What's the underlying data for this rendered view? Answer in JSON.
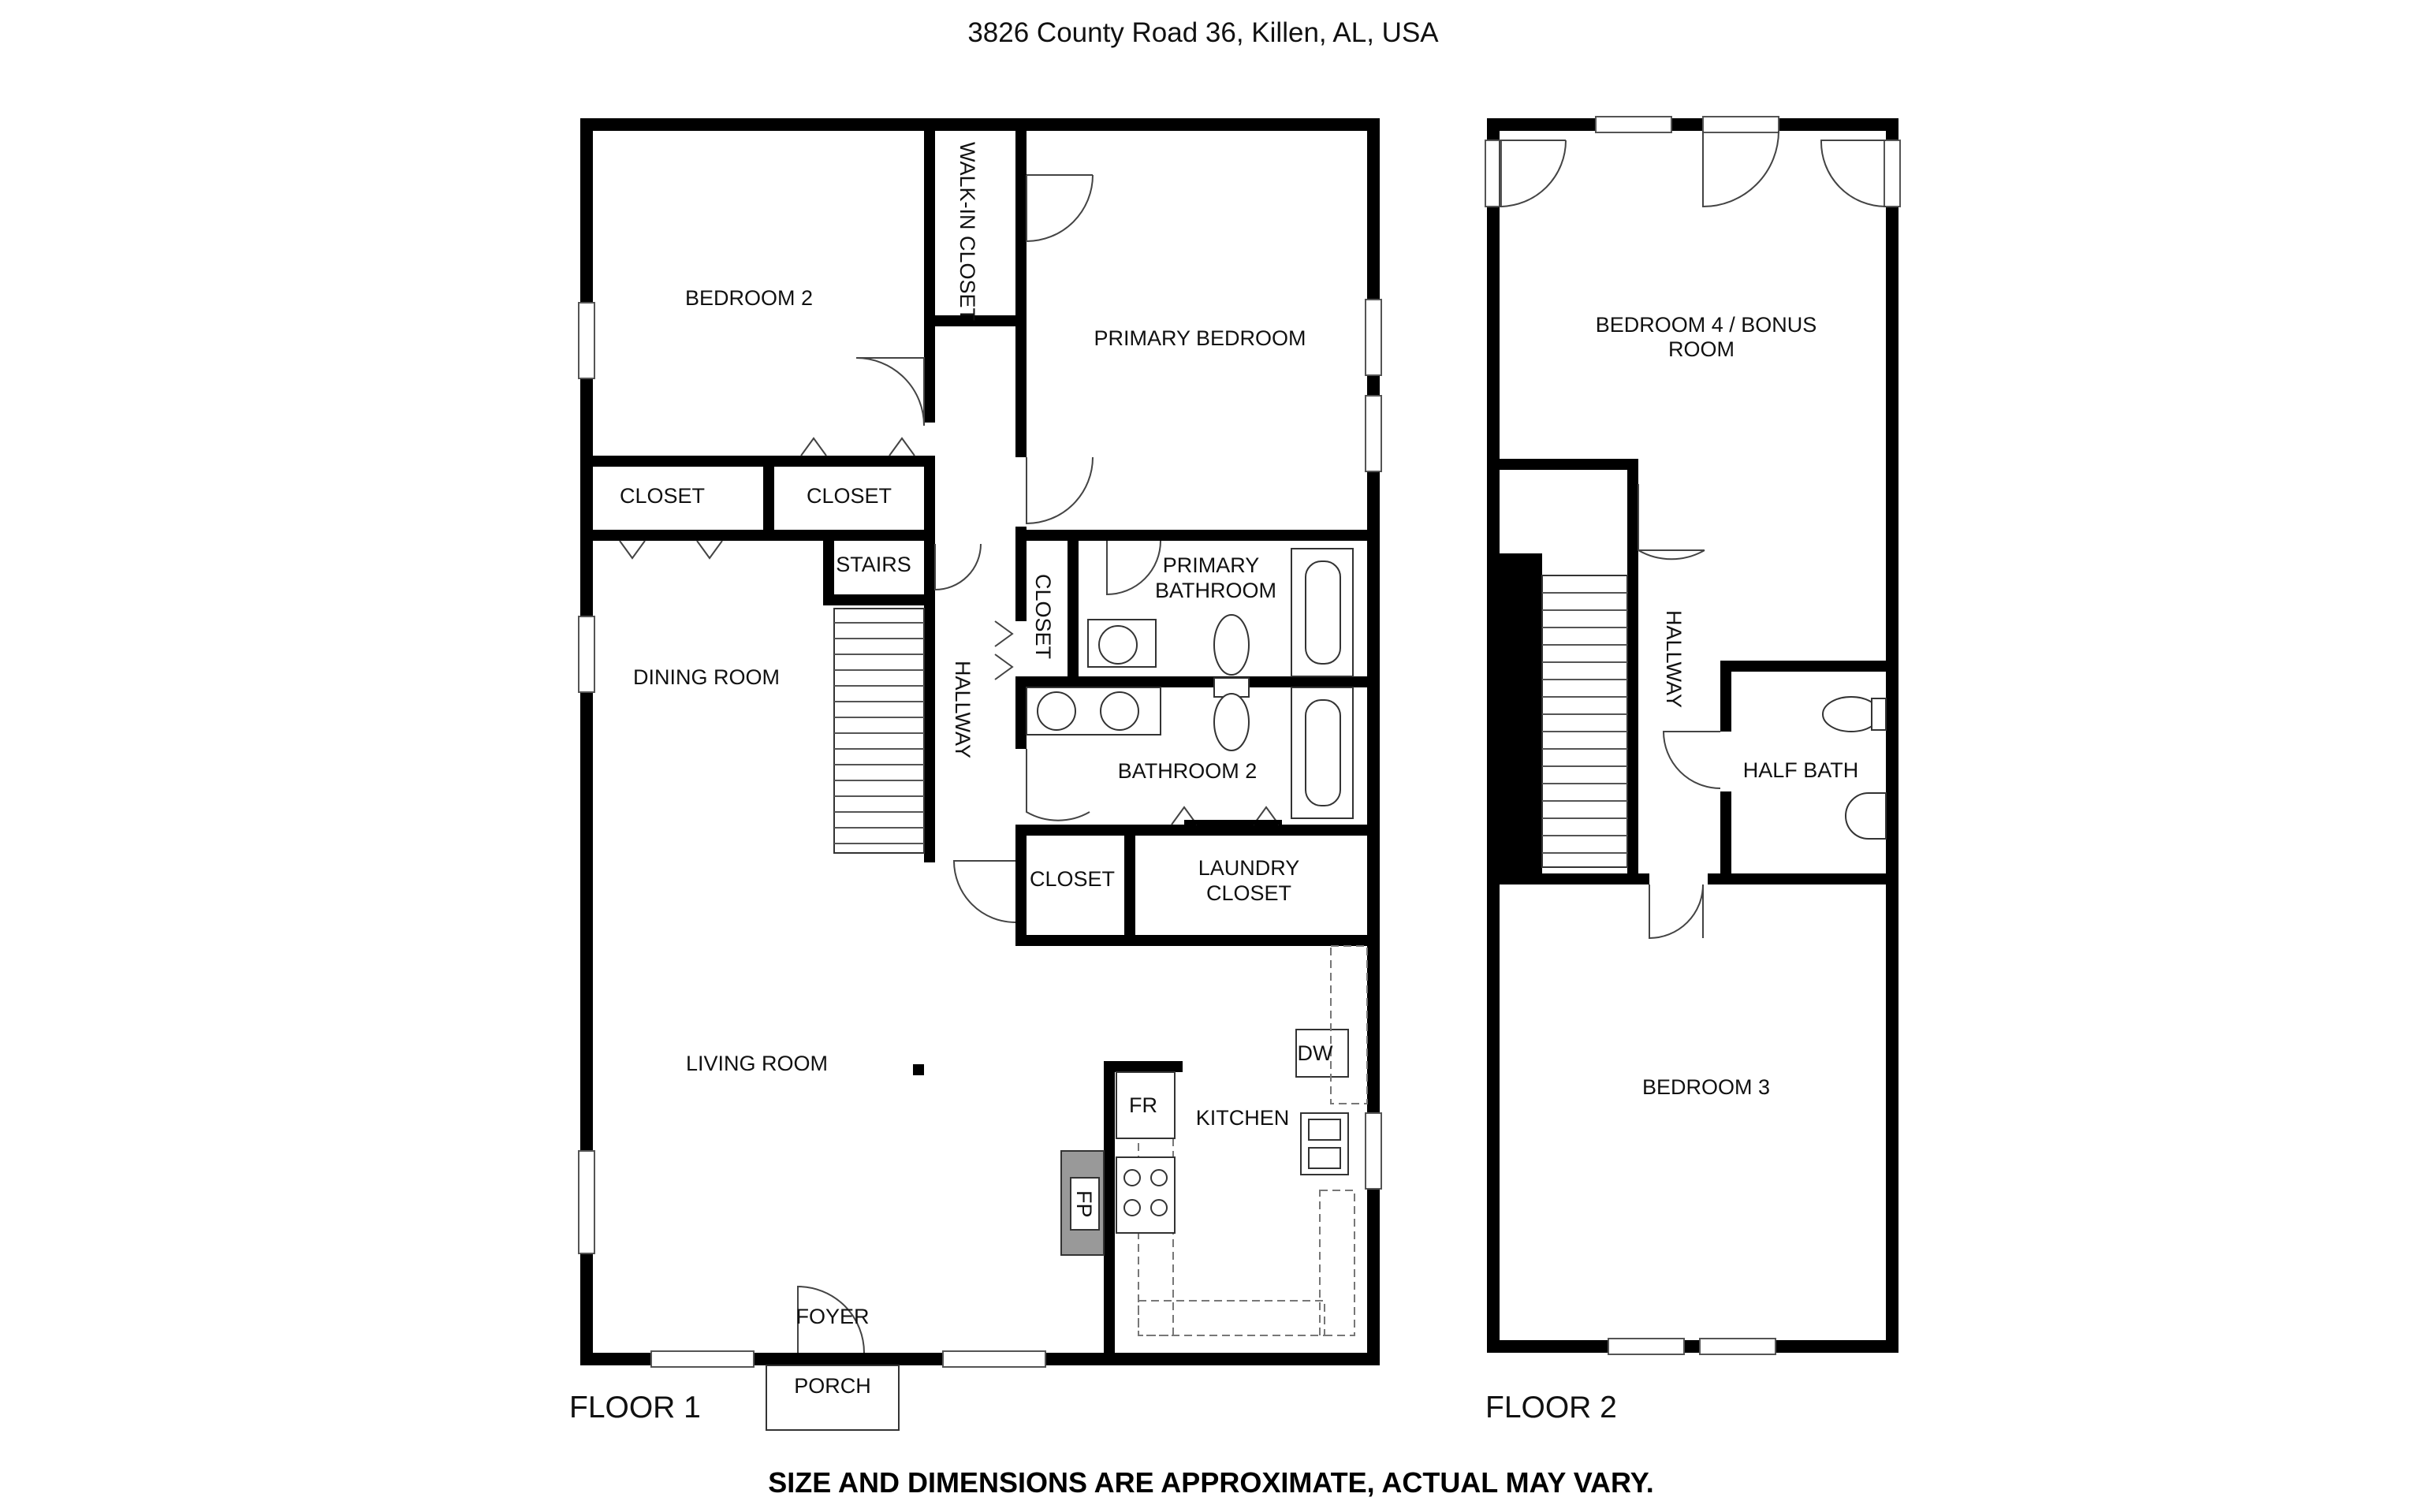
{
  "header": {
    "address": "3826 County Road 36, Killen, AL, USA"
  },
  "footer": {
    "disclaimer": "SIZE AND DIMENSIONS ARE APPROXIMATE, ACTUAL MAY VARY."
  },
  "floor1": {
    "label": "FLOOR 1",
    "rooms": {
      "bedroom2": "BEDROOM 2",
      "walkin_closet": "WALK-IN CLOSET",
      "primary_bedroom": "PRIMARY BEDROOM",
      "closet_a": "CLOSET",
      "closet_b": "CLOSET",
      "stairs": "STAIRS",
      "closet_c": "CLOSET",
      "primary_bathroom_1": "PRIMARY",
      "primary_bathroom_2": "BATHROOM",
      "dining_room": "DINING ROOM",
      "hallway": "HALLWAY",
      "bathroom2": "BATHROOM 2",
      "closet_d": "CLOSET",
      "laundry_1": "LAUNDRY",
      "laundry_2": "CLOSET",
      "living_room": "LIVING ROOM",
      "dw": "DW",
      "fr": "FR",
      "kitchen": "KITCHEN",
      "fp": "FP",
      "foyer": "FOYER",
      "porch": "PORCH"
    }
  },
  "floor2": {
    "label": "FLOOR 2",
    "rooms": {
      "bedroom4_1": "BEDROOM 4 / BONUS",
      "bedroom4_2": "ROOM",
      "hallway": "HALLWAY",
      "half_bath": "HALF BATH",
      "bedroom3": "BEDROOM 3"
    }
  }
}
